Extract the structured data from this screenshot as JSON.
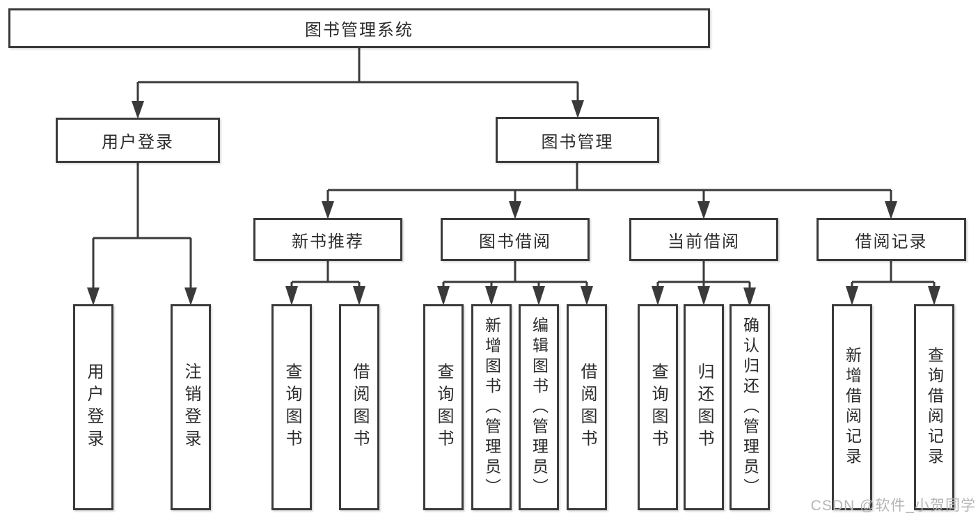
{
  "diagram": {
    "type": "hierarchy-tree",
    "colors": {
      "line": "#3a3a3a",
      "box_border": "#3a3a3a",
      "box_background": "#ffffff",
      "text": "#2b2b2b",
      "watermark": "#b5b5b5"
    },
    "tree": {
      "label": "图书管理系统",
      "children": [
        {
          "label": "用户登录",
          "children": [
            {
              "label": "用户登录"
            },
            {
              "label": "注销登录"
            }
          ]
        },
        {
          "label": "图书管理",
          "children": [
            {
              "label": "新书推荐",
              "children": [
                {
                  "label": "查询图书"
                },
                {
                  "label": "借阅图书"
                }
              ]
            },
            {
              "label": "图书借阅",
              "children": [
                {
                  "label": "查询图书"
                },
                {
                  "label": "新增图书（管理员）"
                },
                {
                  "label": "编辑图书（管理员）"
                },
                {
                  "label": "借阅图书"
                }
              ]
            },
            {
              "label": "当前借阅",
              "children": [
                {
                  "label": "查询图书"
                },
                {
                  "label": "归还图书"
                },
                {
                  "label": "确认归还（管理员）"
                }
              ]
            },
            {
              "label": "借阅记录",
              "children": [
                {
                  "label": "新增借阅记录"
                },
                {
                  "label": "查询借阅记录"
                }
              ]
            }
          ]
        }
      ]
    },
    "watermark": "CSDN @软件_小贺同学"
  }
}
